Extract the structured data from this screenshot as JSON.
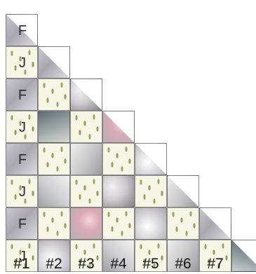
{
  "rows": [
    {
      "label": "F",
      "fabrics": []
    },
    {
      "label": "J",
      "fabrics": [
        "f1"
      ]
    },
    {
      "label": "F",
      "fabrics": [
        "j",
        "f2"
      ]
    },
    {
      "label": "J",
      "fabrics": [
        "f3",
        "j",
        "f4"
      ]
    },
    {
      "label": "F",
      "fabrics": [
        "j",
        "f5",
        "j",
        "f6"
      ]
    },
    {
      "label": "J",
      "fabrics": [
        "f7",
        "j",
        "f2",
        "j",
        "f5"
      ]
    },
    {
      "label": "F",
      "fabrics": [
        "j",
        "f4",
        "j",
        "f6",
        "j",
        "f1"
      ]
    },
    {
      "label": "J",
      "fabrics": [
        "f6",
        "j",
        "f7",
        "j",
        "f5",
        "j",
        "f8"
      ]
    }
  ],
  "columns": [
    "#1",
    "#2",
    "#3",
    "#4",
    "#5",
    "#6",
    "#7"
  ],
  "colors": {
    "light_fabric": "#f6f5e6",
    "sprig": "#9aa86a",
    "grid_line": "#464646",
    "text": "#111111"
  }
}
